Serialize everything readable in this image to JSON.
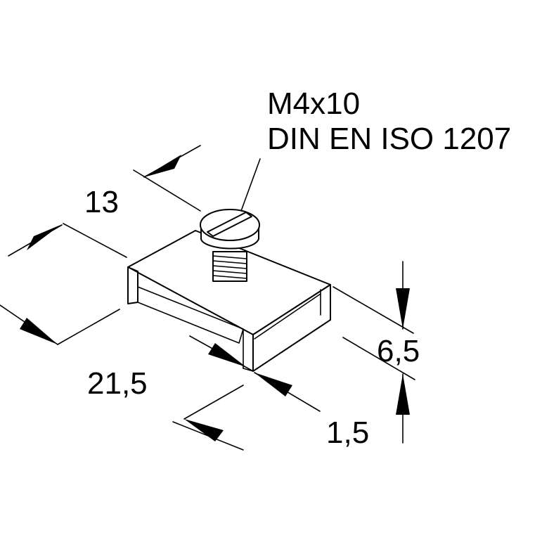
{
  "screw_label_line1": "M4x10",
  "screw_label_line2": "DIN EN ISO 1207",
  "dim_width": "13",
  "dim_length": "21,5",
  "dim_height": "6,5",
  "dim_thickness": "1,5",
  "line_color": "#000000",
  "background_color": "#ffffff"
}
